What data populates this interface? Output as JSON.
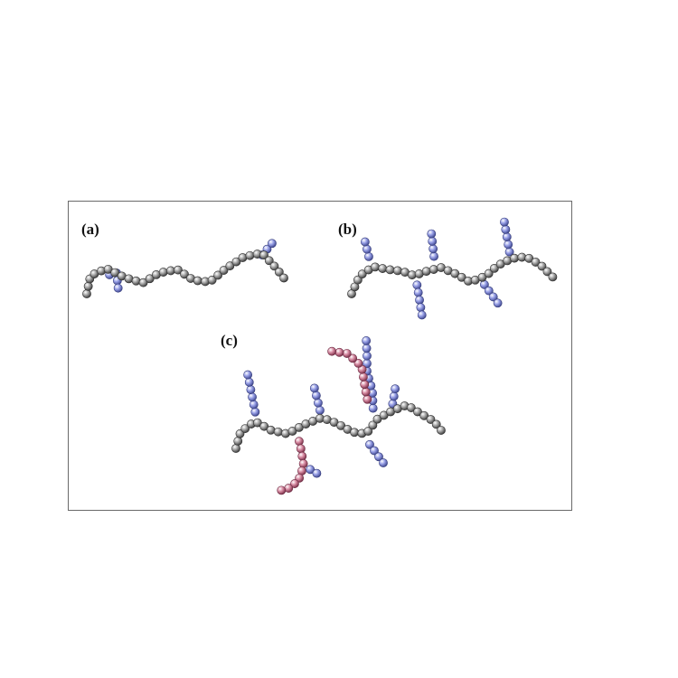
{
  "figure": {
    "panels": [
      {
        "id": "a",
        "label": "(a)"
      },
      {
        "id": "b",
        "label": "(b)"
      },
      {
        "id": "c",
        "label": "(c)"
      }
    ],
    "colors": {
      "backbone": "#8c8c8c",
      "short_branch": "#8a92d6",
      "long_branch": "#c9778f",
      "frame": "#6a6a6a"
    }
  }
}
